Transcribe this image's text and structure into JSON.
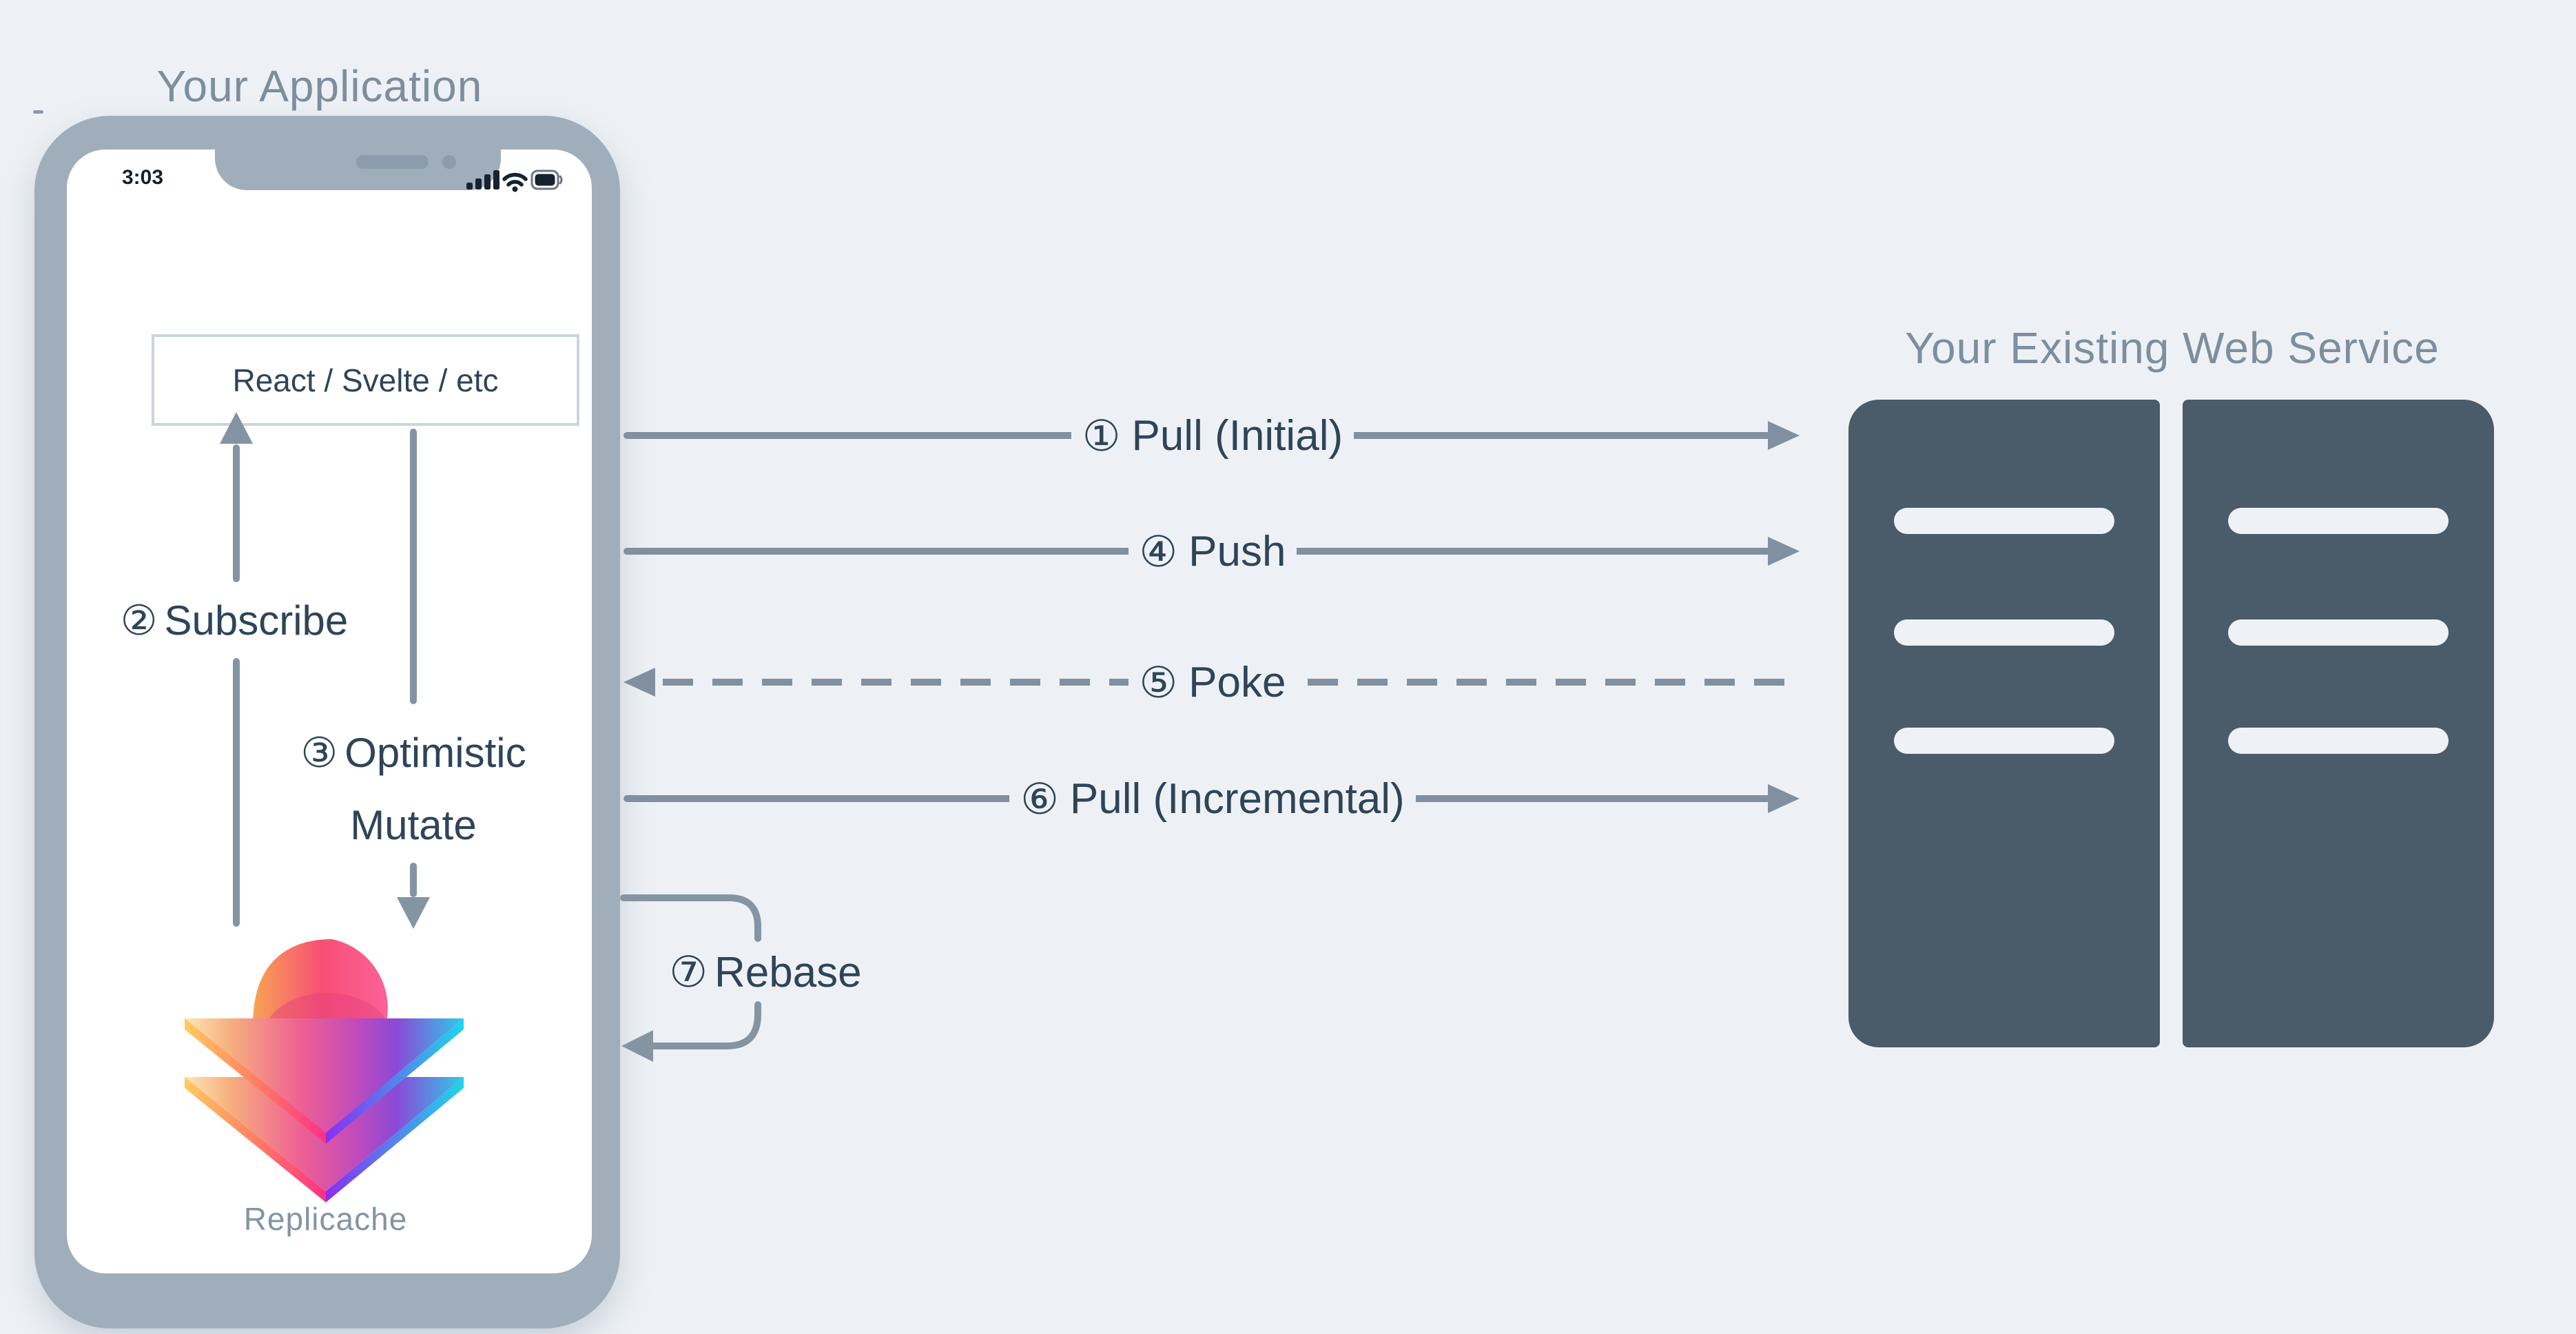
{
  "application": {
    "title": "Your Application",
    "status_bar": {
      "time": "3:03",
      "icons": [
        "cellular-signal-icon",
        "wifi-icon",
        "battery-icon"
      ]
    },
    "ui_box": {
      "label": "React / Svelte / etc"
    },
    "internal_flows": [
      {
        "step": "②",
        "label": "Subscribe"
      },
      {
        "step": "③",
        "label_line1": "Optimistic",
        "label_line2": "Mutate"
      }
    ],
    "logo": {
      "name": "replicache-logo",
      "caption": "Replicache"
    }
  },
  "web_service": {
    "title": "Your Existing Web Service",
    "server_count": 2,
    "slots_per_server": 3
  },
  "flows": [
    {
      "step": "①",
      "label": "Pull (Initial)",
      "direction": "right",
      "style": "solid"
    },
    {
      "step": "④",
      "label": "Push",
      "direction": "right",
      "style": "solid"
    },
    {
      "step": "⑤",
      "label": "Poke",
      "direction": "left",
      "style": "dashed"
    },
    {
      "step": "⑥",
      "label": "Pull (Incremental)",
      "direction": "right",
      "style": "solid"
    },
    {
      "step": "⑦",
      "label": "Rebase",
      "direction": "loop",
      "style": "solid"
    }
  ],
  "colors": {
    "background": "#edf1f5",
    "phone_bezel": "#a0aebc",
    "arrow": "#8090a0",
    "dark_text": "#2f4458",
    "muted_text": "#7e8e9e",
    "server": "#4a5b69",
    "logo_pink": "#f94e76",
    "logo_purple": "#8a4ad8",
    "logo_cyan": "#30c9e9",
    "logo_yellow": "#fde7b8"
  }
}
